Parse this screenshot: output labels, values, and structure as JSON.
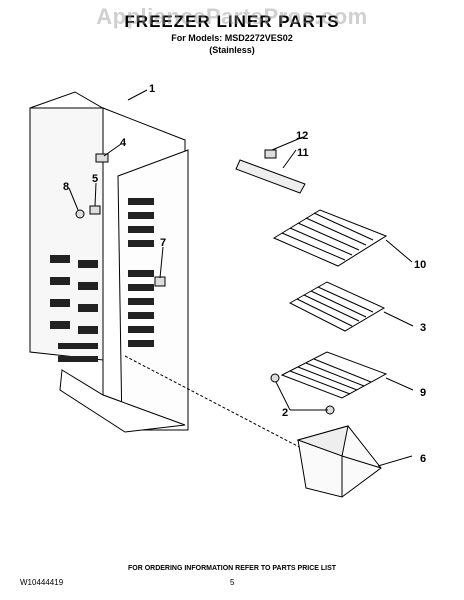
{
  "watermark": "AppliancePartsPros.com",
  "title": "FREEZER LINER PARTS",
  "models_line": "For Models: MSD2272VES02",
  "finish": "(Stainless)",
  "footer": {
    "ordering_note": "FOR ORDERING INFORMATION REFER TO PARTS PRICE LIST",
    "doc_number": "W10444419",
    "page_number": "5"
  },
  "callouts": {
    "c1": "1",
    "c2": "2",
    "c3": "3",
    "c4": "4",
    "c5": "5",
    "c6": "6",
    "c7": "7",
    "c8": "8",
    "c9": "9",
    "c10": "10",
    "c11": "11",
    "c12": "12"
  }
}
